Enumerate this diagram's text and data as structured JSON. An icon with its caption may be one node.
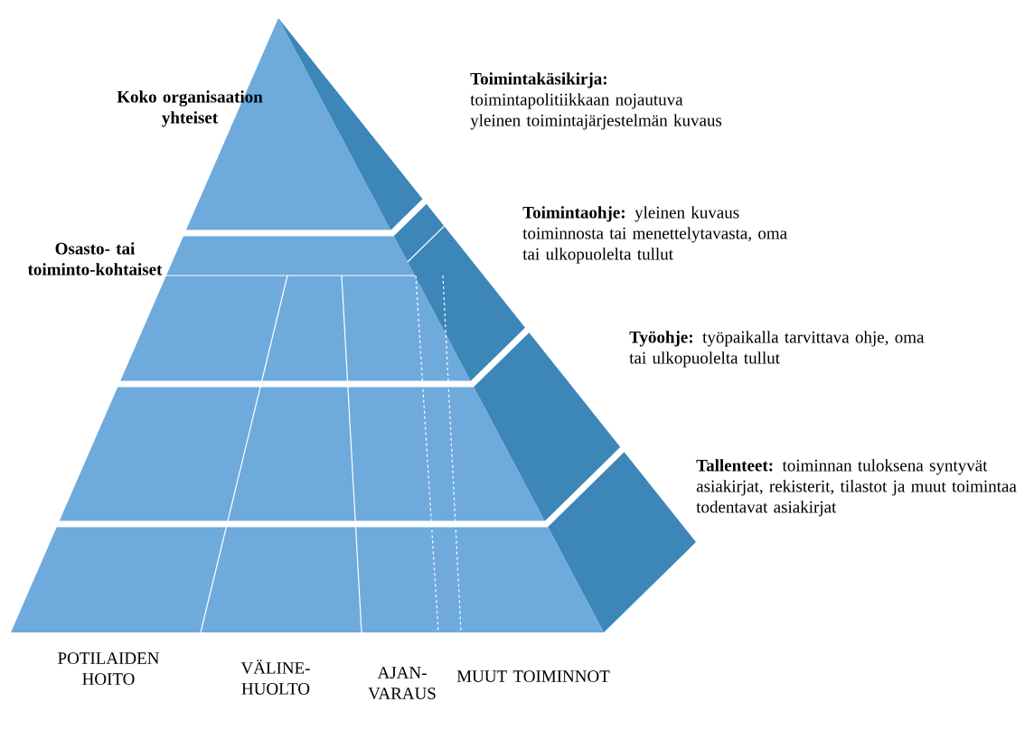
{
  "diagram": {
    "labels": [
      "Koko organisaation yhteiset",
      "**Toimintakäsikirja:** toimintapolitiikkaan nojautuva yleinen toimintajärjestelmän kuvaus",
      "**Toimintaohje:** yleinen kuvaus toiminnosta tai menettelytavasta, oma tai ulkopuolelta tullut",
      "Osasto- tai toiminto-kohtaiset",
      "**Työohje:** työpaikalla tarvittava ohje, oma tai ulkopuolelta tullut",
      "**Tallenteet:** toiminnan tuloksena syntyvät asiakirjat, rekisterit, tilastot ja muut toimintaa todentavat asiakirjat",
      "POTILAIDEN HOITO",
      "VÄLINE-HUOLTO",
      "AJAN-VARAUS",
      "MUUT TOIMINNOT"
    ]
  }
}
